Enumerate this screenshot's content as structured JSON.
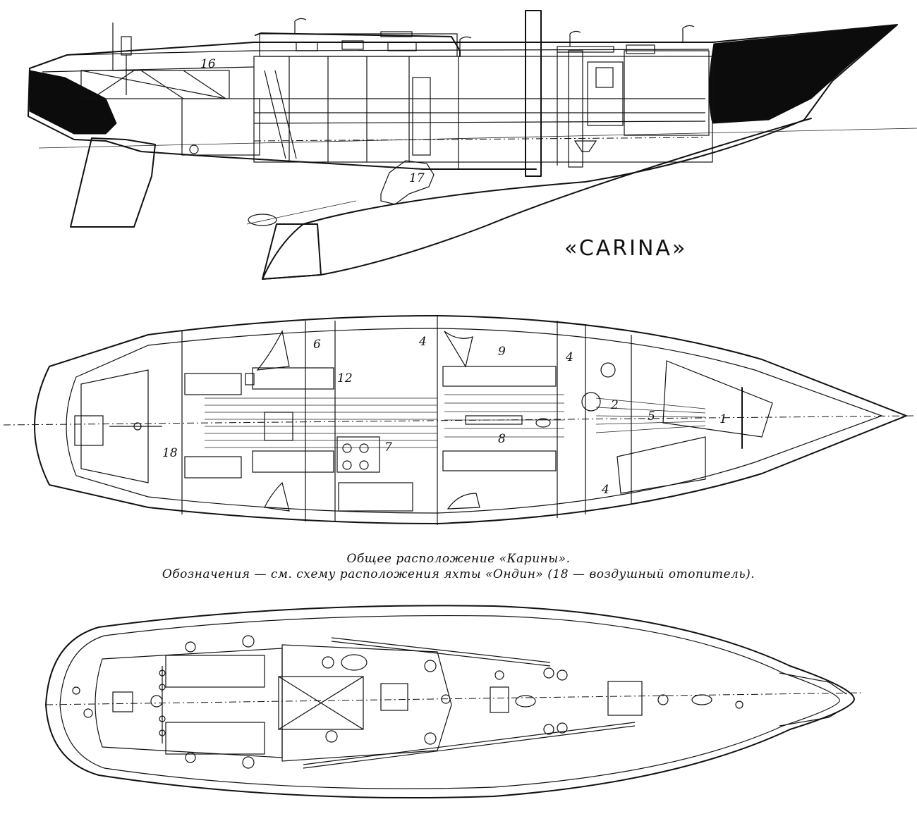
{
  "title": "«CARINA»",
  "caption": {
    "line1": "Общее расположение «Карины».",
    "line2": "Обозначения — см. схему расположения яхты «Ондин» (18 — воздушный отопитель)."
  },
  "labels": {
    "profile": [
      "16",
      "17"
    ],
    "plan": [
      "1",
      "2",
      "4",
      "4",
      "4",
      "5",
      "6",
      "7",
      "8",
      "9",
      "12",
      "18"
    ]
  }
}
